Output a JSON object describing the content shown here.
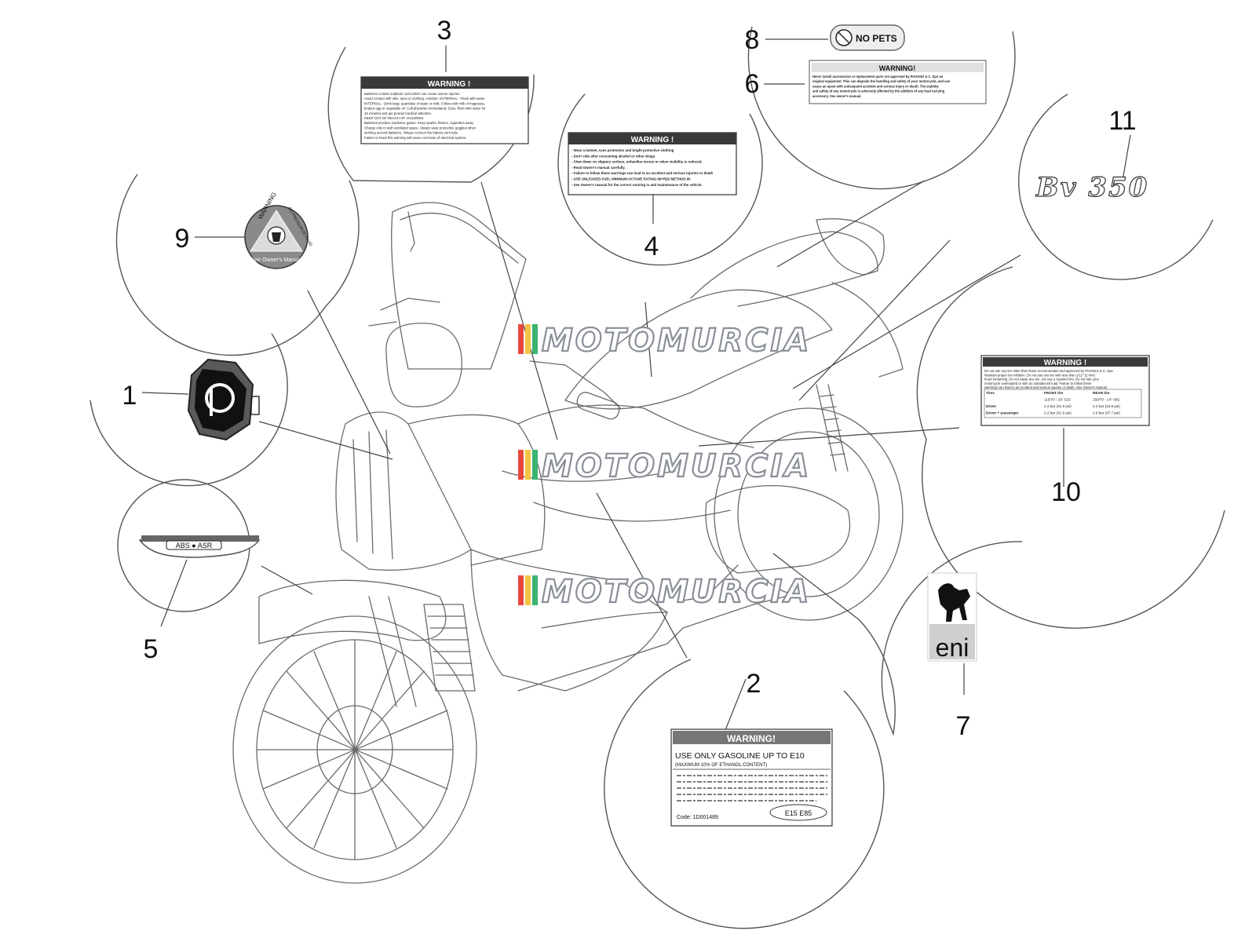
{
  "callouts": [
    "1",
    "2",
    "3",
    "4",
    "5",
    "6",
    "7",
    "8",
    "9",
    "10",
    "11"
  ],
  "watermark": "MOTOMURCIA",
  "colors": {
    "line": "#555555",
    "label_header": "#3a3a3a",
    "watermark_stripe_red": "#e8483c",
    "watermark_stripe_yellow": "#f4c542",
    "watermark_stripe_green": "#3cb371"
  },
  "labels": {
    "warning": "WARNING !",
    "warning_bang": "WARNING!",
    "no_pets": "NO PETS",
    "abs_asr": "ABS ● ASR",
    "eni": "eni",
    "bv350": "Bv 350",
    "label3_lines": [
      "Batteries contain sulphuric acid which can cause severe injuries.",
      "Avoid contact with skin, eyes or clothing. Antidote: EXTERNAL - Flush with water.",
      "INTERNAL - Drink large quantities of water or milk. Follow with milk of magnesia,",
      "beaten egg or vegetable oil. Call physician immediately. Eyes: flush with water for",
      "15 minutes and get prompt medical attention.",
      "KEEP OUT OF REACH OF CHILDREN.",
      "Batteries produce explosive gases. Keep sparks, flames, cigarettes away.",
      "Charge only in well ventilated space. Always wear protective goggles when",
      "working around batteries. Always connect the battery vent tube.",
      "Failure to heed this warning will cause corrosion of electrical system."
    ],
    "label4_lines": [
      "- Wear a helmet, eyes protection and bright protective clothing",
      "- Don't ride after consuming alcohol or other drugs.",
      "- Slow down on slippery surface, unfamiliar terrain or when visibility is reduced.",
      "- Read Owner's manual carefully.",
      "- Failure to follow these warnings can lead to an accident and serious injuries or death",
      "- USE UNLEADED FUEL MINIMUM OCTANE RATING (M+R)/2 METHOD 90",
      "- See Owner's manual for the correct running in and maintenance of the vehicle."
    ],
    "label6_lines": [
      "Never install accessories or replacement parts not approved by PIAGGIO & C. SpA as",
      "original equipment. This can degrade the handling and safety of your motorcycle, and can",
      "cause an upset with subsequent accident and serious injury or death. The stability",
      "and safety of any motorcycle is adversely affected by the addition of any load carrying",
      "accessory. See owner's manual."
    ],
    "label9_warning": "WARNING",
    "label9_side": "NO PRESSURIZE FLUID",
    "label9_bottom": "See Owner's Manual",
    "label10_intro": [
      "Do not use any tire other than those recommended and approved by PIAGGIO & C. Spa.",
      "Maintain proper tire inflation. Do not use any tire with less than 1/12\" (2 mm)",
      "tread remaining. Do not repair any tire, nor use a repaired tire. Do not ride your",
      "motorcycle overloaded or with an unbalanced load. Failure to follow these",
      "warnings can lead to an accident and serious injuries or death. See Owner's manual"
    ],
    "label10_table": {
      "headers": [
        "Tires",
        "FRONT tire",
        "REAR tire"
      ],
      "rows": [
        [
          "",
          "110/70 - 16\" 52S",
          "150/70 - 14\" 66S"
        ],
        [
          "Driver",
          "2.2 bar (31.9 psi)",
          "2.4 bar (34.8 psi)"
        ],
        [
          "Driver + passenger",
          "2.2 bar (31.9 psi)",
          "2.6 bar (37.7 psi)"
        ]
      ]
    },
    "label2_main": "USE ONLY GASOLINE UP TO E10",
    "label2_sub": "(MAXIMUM 10% OF ETHANOL CONTENT)",
    "label2_code": "Code: 1D001489",
    "label2_badge": "E15  E85"
  }
}
